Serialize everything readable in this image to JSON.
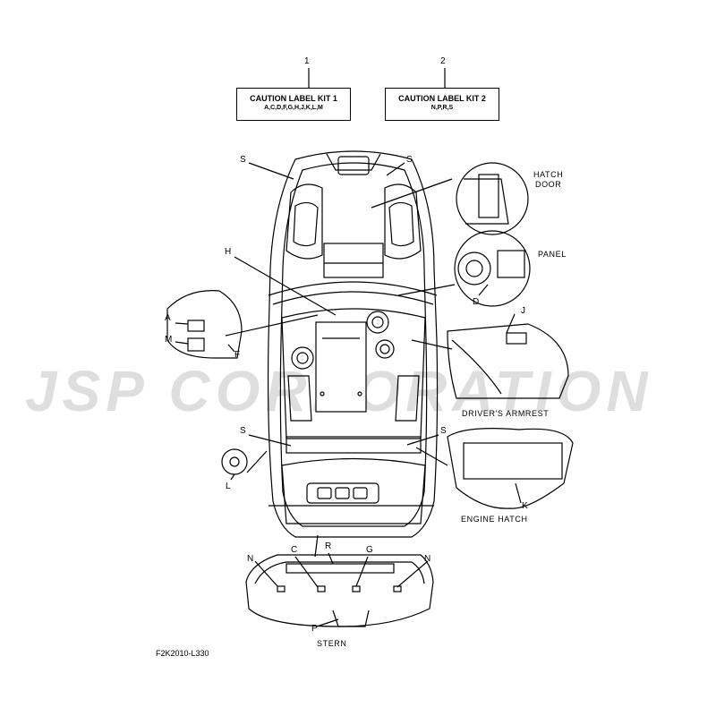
{
  "kits": [
    {
      "number": "1",
      "title": "CAUTION LABEL KIT 1",
      "contents": "A,C,D,F,G,H,J,K,L,M"
    },
    {
      "number": "2",
      "title": "CAUTION LABEL KIT 2",
      "contents": "N,P,R,S"
    }
  ],
  "callouts": {
    "S": "S",
    "H": "H",
    "A": "A",
    "M": "M",
    "F": "F",
    "L": "L",
    "D": "D",
    "J": "J",
    "K": "K",
    "N": "N",
    "C": "C",
    "R": "R",
    "G": "G",
    "P": "P"
  },
  "views": {
    "hatch_door": [
      "HATCH",
      "DOOR"
    ],
    "panel": "PANEL",
    "drivers_armrest": "DRIVER'S ARMREST",
    "engine_hatch": "ENGINE HATCH",
    "stern": "STERN"
  },
  "figure_code": "F2K2010-L330",
  "watermark": "JSP CORPORATION",
  "colors": {
    "line": "#000000",
    "watermark": "#cfcfcf",
    "background": "#ffffff"
  }
}
